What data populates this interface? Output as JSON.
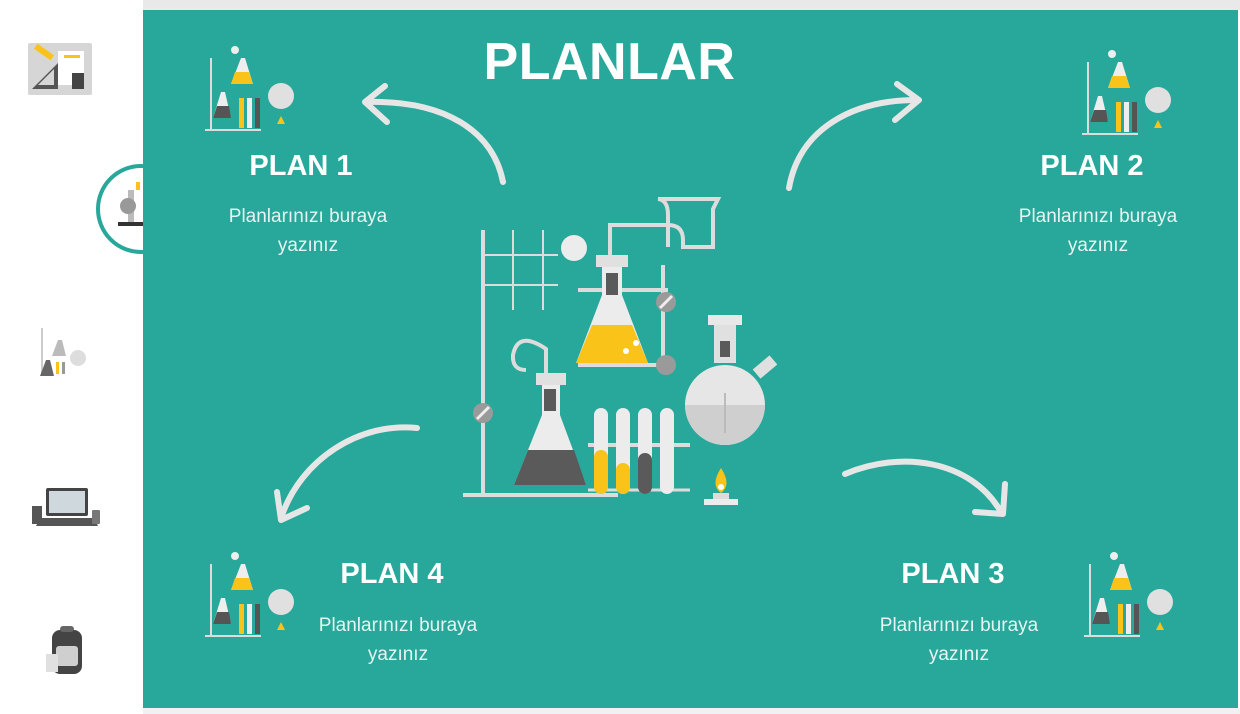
{
  "slide": {
    "title": "PLANLAR",
    "background_color": "#27a89a",
    "plans": [
      {
        "heading": "PLAN 1",
        "text": "Planlarınızı buraya yazınız"
      },
      {
        "heading": "PLAN 2",
        "text": "Planlarınızı buraya yazınız"
      },
      {
        "heading": "PLAN 3",
        "text": "Planlarınızı buraya yazınız"
      },
      {
        "heading": "PLAN 4",
        "text": "Planlarınızı buraya yazınız"
      }
    ]
  },
  "sidebar": {
    "thumbnails": [
      {
        "icon": "drafting-tools-icon"
      },
      {
        "icon": "microscope-icon",
        "selected": true
      },
      {
        "icon": "lab-equipment-icon"
      },
      {
        "icon": "laptop-devices-icon"
      },
      {
        "icon": "backpack-icon"
      }
    ]
  },
  "colors": {
    "accent": "#27a89a",
    "yellow": "#f9c31a",
    "dark_gray": "#5a5a5a",
    "light_gray": "#e2e2e2"
  }
}
